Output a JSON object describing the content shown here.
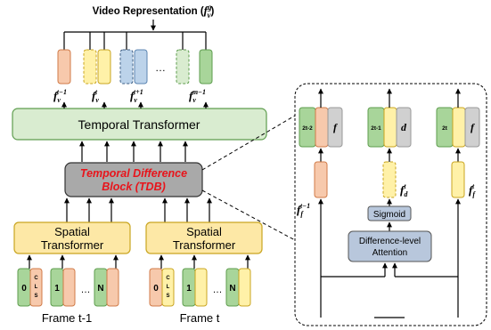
{
  "title": {
    "text": "Video Representation (",
    "sym": "f",
    "sup": "g",
    "sub": "v",
    "close": ")"
  },
  "top_tokens": {
    "ellipsis": "…",
    "labels": [
      {
        "sym": "f",
        "sub": "v",
        "sup": "t−1"
      },
      {
        "sym": "f",
        "sub": "v",
        "sup": "t"
      },
      {
        "sym": "f",
        "sub": "v",
        "sup": "t+1"
      },
      {
        "sym": "f",
        "sub": "v",
        "sup": "m−1"
      }
    ]
  },
  "temporal_transformer": {
    "label": "Temporal Transformer"
  },
  "tdb": {
    "line1": "Temporal Difference",
    "line2": "Block (TDB)"
  },
  "spatial_left": {
    "line1": "Spatial",
    "line2": "Transformer"
  },
  "spatial_right": {
    "line1": "Spatial",
    "line2": "Transformer"
  },
  "frames": {
    "left": {
      "caption": "Frame t-1",
      "tokens": {
        "zero": "0",
        "one": "1",
        "n": "N",
        "cls": [
          "C",
          "L",
          "S"
        ]
      },
      "ellipsis": "…"
    },
    "right": {
      "caption": "Frame t",
      "tokens": {
        "zero": "0",
        "one": "1",
        "n": "N",
        "cls": [
          "C",
          "L",
          "S"
        ]
      },
      "ellipsis": "…"
    }
  },
  "detail": {
    "groups": [
      {
        "index": "2t-2",
        "sym": "f"
      },
      {
        "index": "2t-1",
        "sym": "d"
      },
      {
        "index": "2t",
        "sym": "f"
      }
    ],
    "labels": [
      {
        "sym": "f",
        "sub": "f",
        "sup": "t−1"
      },
      {
        "sym": "f",
        "sub": "d",
        "sup": "t"
      },
      {
        "sym": "f",
        "sub": "f",
        "sup": "t"
      }
    ],
    "sigmoid": "Sigmoid",
    "attention": {
      "line1": "Difference-level",
      "line2": "Attention"
    }
  },
  "colors": {
    "orange_fill": "#f7c9ac",
    "orange_stroke": "#d07a47",
    "yellow_fill": "#fff1a8",
    "yellow_stroke": "#c9a520",
    "blue_fill": "#bcd3ea",
    "blue_stroke": "#5b84b1",
    "green_fill": "#a8d59a",
    "green_stroke": "#5e9d4e",
    "light_green_fill": "#d9ecd0",
    "gray_fill": "#d0d0d0",
    "tdb_fill": "#a9a9a9",
    "tdb_text": "#e8141b",
    "panel_blue": "#b8c7dc"
  }
}
